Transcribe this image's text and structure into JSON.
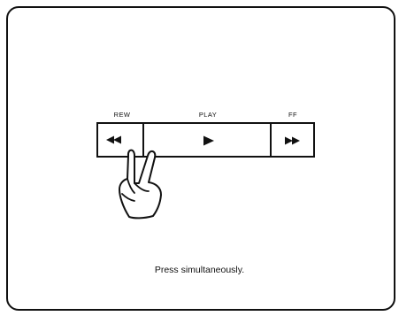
{
  "buttons": {
    "rew_label": "REW",
    "play_label": "PLAY",
    "ff_label": "FF"
  },
  "icons": {
    "rewind": "rewind-icon",
    "play": "play-icon",
    "fast_forward": "fast-forward-icon",
    "hand": "two-finger-hand-icon"
  },
  "caption": "Press simultaneously.",
  "colors": {
    "ink": "#111111",
    "background": "#ffffff"
  }
}
